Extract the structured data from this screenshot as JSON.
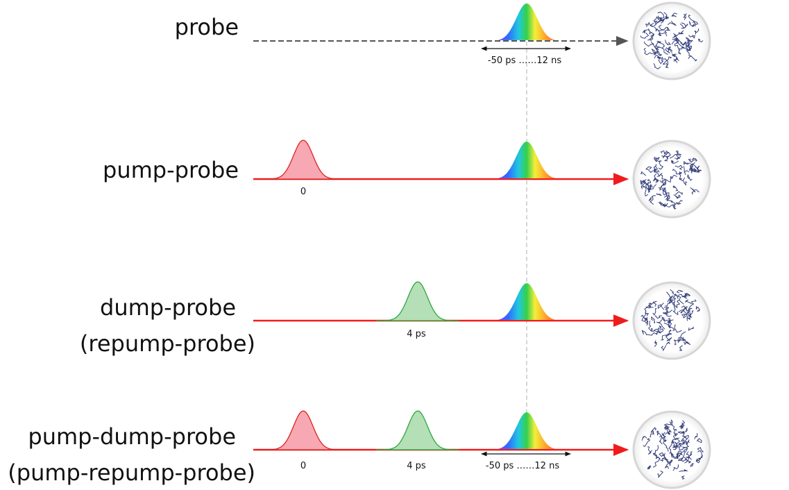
{
  "colors": {
    "beam_red": "#ee1c1c",
    "probe_dash": "#555555",
    "pump_fill": "#f7a8b2",
    "pump_stroke": "#e02020",
    "dump_fill": "#b5dfb7",
    "dump_stroke": "#2aa83a",
    "guide_line": "#bbbbbb",
    "protein": "#1f2a6b",
    "sample_ring": "#d6d6d6"
  },
  "rows": [
    {
      "id": "probe",
      "label_lines": [
        "probe"
      ],
      "beam_style": "dashed",
      "pulses": [
        {
          "kind": "probe",
          "caption": ""
        }
      ],
      "delay_range": "-50 ps ……12 ns"
    },
    {
      "id": "pump-probe",
      "label_lines": [
        "pump-probe"
      ],
      "beam_style": "solid",
      "pulses": [
        {
          "kind": "pump",
          "caption": "0"
        },
        {
          "kind": "probe",
          "caption": ""
        }
      ],
      "delay_range": ""
    },
    {
      "id": "dump-probe",
      "label_lines": [
        "dump-probe",
        "(repump-probe)"
      ],
      "beam_style": "solid",
      "pulses": [
        {
          "kind": "dump",
          "caption": "4 ps"
        },
        {
          "kind": "probe",
          "caption": ""
        }
      ],
      "delay_range": ""
    },
    {
      "id": "pump-dump-probe",
      "label_lines": [
        "pump-dump-probe",
        "(pump-repump-probe)"
      ],
      "beam_style": "solid",
      "pulses": [
        {
          "kind": "pump",
          "caption": "0"
        },
        {
          "kind": "dump",
          "caption": "4 ps"
        },
        {
          "kind": "probe",
          "caption": ""
        }
      ],
      "delay_range": "-50 ps ……12 ns"
    }
  ]
}
